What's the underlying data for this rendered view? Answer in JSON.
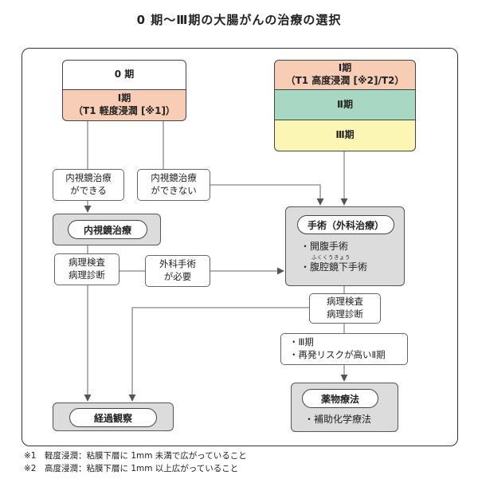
{
  "title": "0 期〜Ⅲ期の大腸がんの治療の選択",
  "colors": {
    "stage1_bg": "#f7cdb5",
    "stage2_bg": "#a8d8c4",
    "stage3_bg": "#fcf6b4",
    "grey_box": "#dcdcdc"
  },
  "left_stage_box": {
    "stage0": "0 期",
    "stage1_line1": "Ⅰ期",
    "stage1_line2": "（T1 軽度浸潤 [※1]）"
  },
  "right_stage_box": {
    "stage1_line1": "Ⅰ期",
    "stage1_line2": "（T1 高度浸潤 [※2]/T2）",
    "stage2": "Ⅱ期",
    "stage3": "Ⅲ期"
  },
  "notes": {
    "endo_possible_line1": "内視鏡治療",
    "endo_possible_line2": "ができる",
    "endo_impossible_line1": "内視鏡治療",
    "endo_impossible_line2": "ができない",
    "path1_line1": "病理検査",
    "path1_line2": "病理診断",
    "surgery_needed_line1": "外科手術",
    "surgery_needed_line2": "が必要",
    "path2_line1": "病理検査",
    "path2_line2": "病理診断",
    "cond_line1": "・Ⅲ期",
    "cond_line2": "・再発リスクが高いⅡ期"
  },
  "endoscopic_treatment": {
    "label": "内視鏡治療"
  },
  "surgery": {
    "label": "手術（外科治療）",
    "item1": "・開腹手術",
    "ruby": "ふくくうきょう",
    "item2": "・腹腔鏡下手術"
  },
  "follow_up": {
    "label": "経過観察"
  },
  "drug_therapy": {
    "label": "薬物療法",
    "item1": "・補助化学療法"
  },
  "footnotes": {
    "note1": "※1　軽度浸潤：粘膜下層に 1mm 未満で広がっていること",
    "note2": "※2　高度浸潤：粘膜下層に 1mm 以上広がっていること"
  }
}
